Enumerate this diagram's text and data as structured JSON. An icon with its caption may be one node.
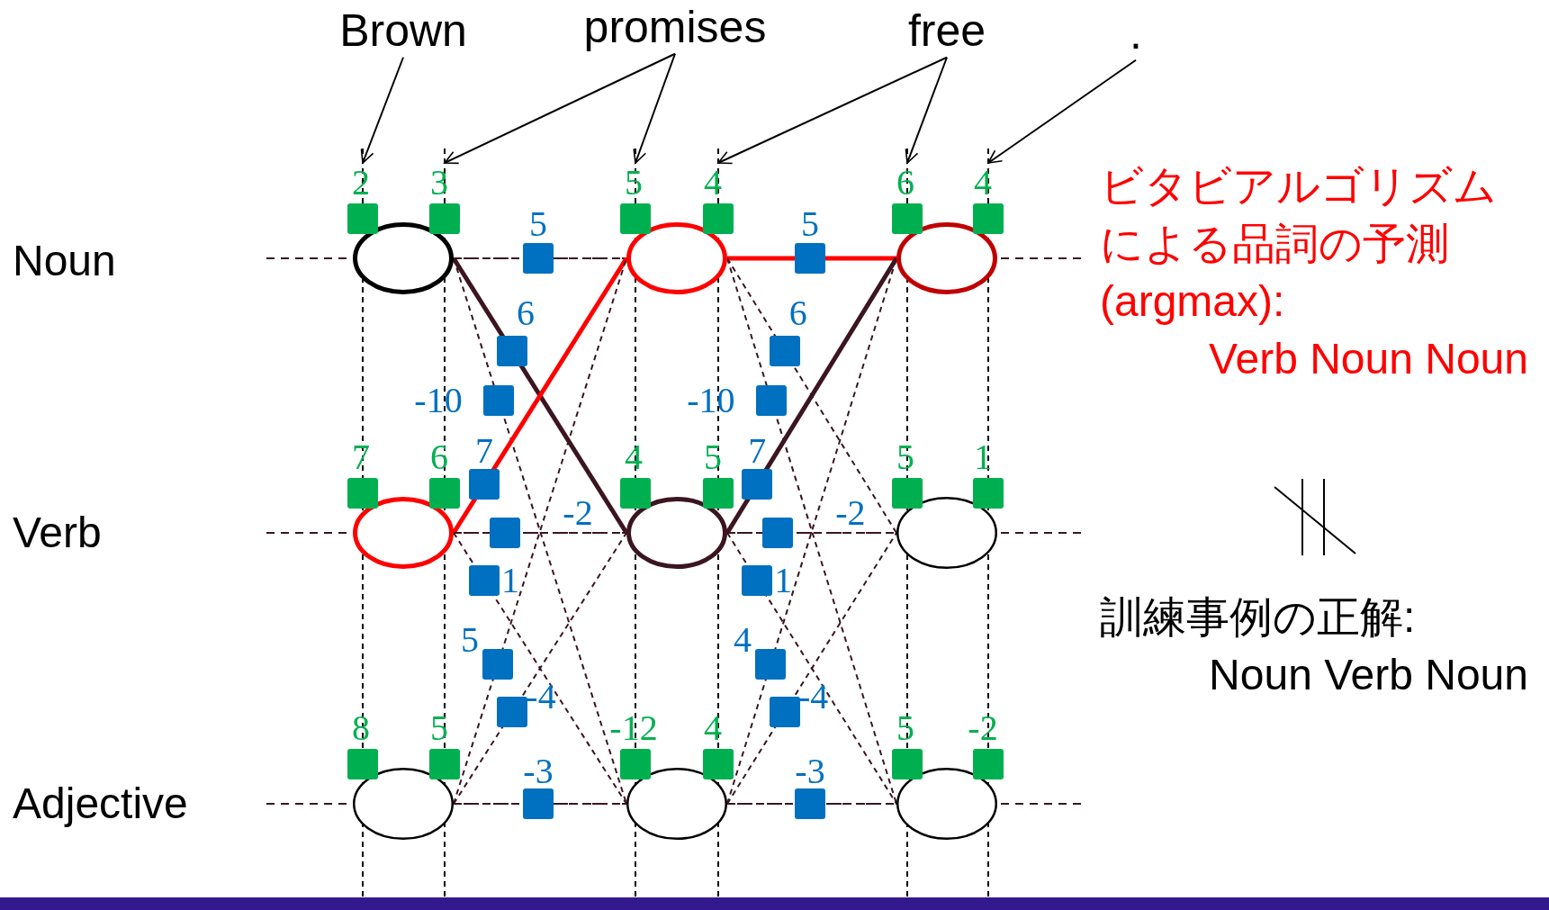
{
  "diagram": {
    "nodes": [
      {
        "text": [
          "Brown"
        ]
      },
      {
        "text": [
          "promises"
        ]
      },
      {
        "text": [
          "free"
        ]
      },
      {
        "text": [
          "."
        ]
      },
      {
        "text": [],
        "shape": "ellipse"
      },
      {
        "text": [],
        "shape": "ellipse"
      },
      {
        "text": [],
        "shape": "ellipse"
      },
      {
        "text": [],
        "shape": "ellipse"
      },
      {
        "text": [],
        "shape": "ellipse"
      },
      {
        "text": [],
        "shape": "ellipse"
      },
      {
        "text": [],
        "shape": "ellipse"
      },
      {
        "text": [],
        "shape": "ellipse"
      },
      {
        "text": [],
        "shape": "ellipse"
      },
      {
        "text": [
          "2"
        ]
      },
      {
        "text": [
          "3"
        ]
      },
      {
        "text": [
          "5"
        ]
      },
      {
        "text": [
          "4"
        ]
      },
      {
        "text": [
          "6"
        ]
      },
      {
        "text": [
          "4"
        ]
      },
      {
        "text": [
          "7"
        ]
      },
      {
        "text": [
          "6"
        ]
      },
      {
        "text": [
          "4"
        ]
      },
      {
        "text": [
          "5"
        ]
      },
      {
        "text": [
          "5"
        ]
      },
      {
        "text": [
          "1"
        ]
      },
      {
        "text": [
          "8"
        ]
      },
      {
        "text": [
          "5"
        ]
      },
      {
        "text": [
          "-12"
        ]
      },
      {
        "text": [
          "4"
        ]
      },
      {
        "text": [
          "5"
        ]
      },
      {
        "text": [
          "-2"
        ]
      }
    ],
    "edges": [
      {
        "from": 0,
        "to": 13,
        "arrow": "to",
        "color": "#000000"
      },
      {
        "from": 1,
        "to": 14,
        "arrow": "to",
        "color": "#000000"
      },
      {
        "from": 1,
        "to": 15,
        "arrow": "to",
        "color": "#000000"
      },
      {
        "from": 2,
        "to": 16,
        "arrow": "to",
        "color": "#000000"
      },
      {
        "from": 2,
        "to": 17,
        "arrow": "to",
        "color": "#000000"
      },
      {
        "from": 3,
        "to": 18,
        "arrow": "to",
        "color": "#000000"
      },
      {
        "from": 4,
        "to": 5,
        "label": "5",
        "arrow": "none",
        "style": "dashed"
      },
      {
        "from": 4,
        "to": 8,
        "label": "6",
        "arrow": "none",
        "style": "thick"
      },
      {
        "from": 4,
        "to": 11,
        "label": "-10",
        "arrow": "none",
        "style": "dashed"
      },
      {
        "from": 7,
        "to": 5,
        "label": "7",
        "arrow": "none",
        "style": "thick",
        "color": "#ff0000"
      },
      {
        "from": 7,
        "to": 8,
        "label": "-2",
        "arrow": "none",
        "style": "dashed"
      },
      {
        "from": 7,
        "to": 11,
        "label": "1",
        "arrow": "none",
        "style": "dashed"
      },
      {
        "from": 10,
        "to": 5,
        "label": "5",
        "arrow": "none",
        "style": "dashed"
      },
      {
        "from": 10,
        "to": 8,
        "label": "-4",
        "arrow": "none",
        "style": "dashed"
      },
      {
        "from": 10,
        "to": 11,
        "label": "-3",
        "arrow": "none",
        "style": "dashed"
      },
      {
        "from": 5,
        "to": 6,
        "label": "5",
        "arrow": "none",
        "style": "thick",
        "color": "#ff0000"
      },
      {
        "from": 5,
        "to": 9,
        "label": "6",
        "arrow": "none",
        "style": "dashed"
      },
      {
        "from": 5,
        "to": 12,
        "label": "-10",
        "arrow": "none",
        "style": "dashed"
      },
      {
        "from": 8,
        "to": 6,
        "label": "7",
        "arrow": "none",
        "style": "thick"
      },
      {
        "from": 8,
        "to": 9,
        "label": "-2",
        "arrow": "none",
        "style": "dashed"
      },
      {
        "from": 8,
        "to": 12,
        "label": "1",
        "arrow": "none",
        "style": "dashed"
      },
      {
        "from": 11,
        "to": 6,
        "label": "4",
        "arrow": "none",
        "style": "dashed"
      },
      {
        "from": 11,
        "to": 9,
        "label": "-4",
        "arrow": "none",
        "style": "dashed"
      },
      {
        "from": 11,
        "to": 12,
        "label": "-3",
        "arrow": "none",
        "style": "dashed"
      }
    ],
    "labels": [
      "Noun",
      "Verb",
      "Adjective",
      "ビタビアルゴリズムによる品詞の予測 (argmax):",
      "Verb Noun Noun",
      "訓練事例の正解:",
      "Noun Verb Noun"
    ]
  }
}
